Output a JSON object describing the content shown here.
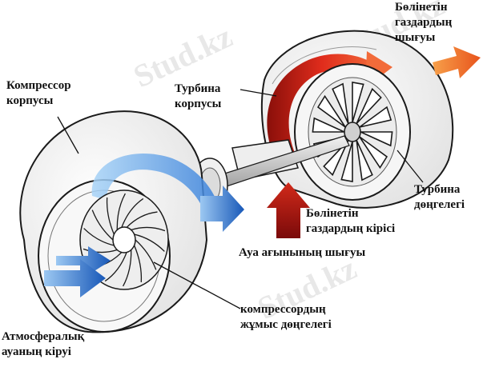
{
  "labels": {
    "compressor_housing": [
      "Компрессор",
      "корпусы"
    ],
    "turbine_housing": [
      "Турбина",
      "корпусы"
    ],
    "exhaust_outlet": [
      "Бөлінетін",
      "газдардың",
      "шығуы"
    ],
    "turbine_wheel": [
      "Турбина",
      "дөңгелегі"
    ],
    "exhaust_inlet": [
      "Бөлінетін",
      "газдардың кірісі"
    ],
    "air_outlet": "Ауа ағынының шығуы",
    "compressor_wheel": [
      "компрессордың",
      "жұмыс дөңгелегі"
    ],
    "air_inlet": [
      "Атмосфералық",
      "ауаның кіруі"
    ]
  },
  "watermark": "Stud.kz",
  "colors": {
    "hot_flow": "#e02c1c",
    "cold_flow": "#2a78d8",
    "exhaust_arrow": "#f06a22",
    "outline": "#1a1a1a"
  }
}
